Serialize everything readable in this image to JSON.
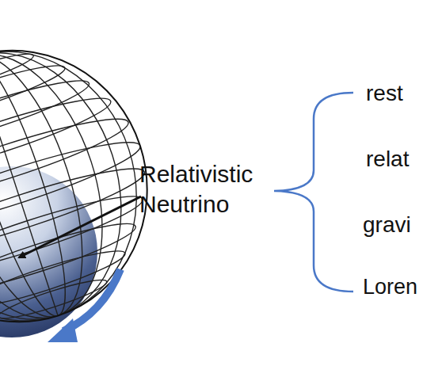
{
  "diagram": {
    "labels": [
      "Relativistic Neutrino",
      "rest",
      "relat",
      "gravi",
      "Loren"
    ]
  }
}
